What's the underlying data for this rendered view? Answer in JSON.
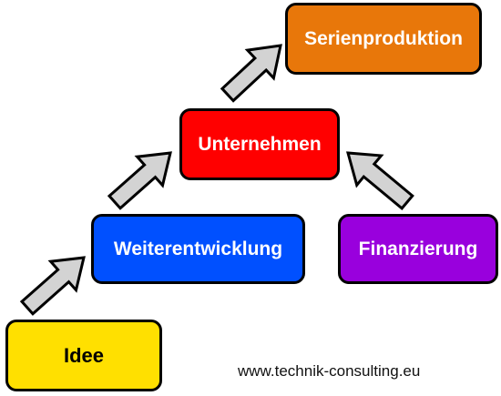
{
  "boxes": {
    "idee": {
      "label": "Idee",
      "fill": "#FFE000",
      "text_color": "#000000"
    },
    "weiterentwicklung": {
      "label": "Weiterentwicklung",
      "fill": "#0050FF",
      "text_color": "#FFFFFF"
    },
    "unternehmen": {
      "label": "Unternehmen",
      "fill": "#FF0000",
      "text_color": "#FFFFFF"
    },
    "serienproduktion": {
      "label": "Serienproduktion",
      "fill": "#E8770A",
      "text_color": "#FFFFFF"
    },
    "finanzierung": {
      "label": "Finanzierung",
      "fill": "#9900DD",
      "text_color": "#FFFFFF"
    }
  },
  "arrows": {
    "fill": "#D3D3D3",
    "stroke": "#000000",
    "links": [
      {
        "from": "idee",
        "to": "weiterentwicklung"
      },
      {
        "from": "weiterentwicklung",
        "to": "unternehmen"
      },
      {
        "from": "unternehmen",
        "to": "serienproduktion"
      },
      {
        "from": "finanzierung",
        "to": "unternehmen"
      }
    ]
  },
  "footer": {
    "website": "www.technik-consulting.eu"
  }
}
